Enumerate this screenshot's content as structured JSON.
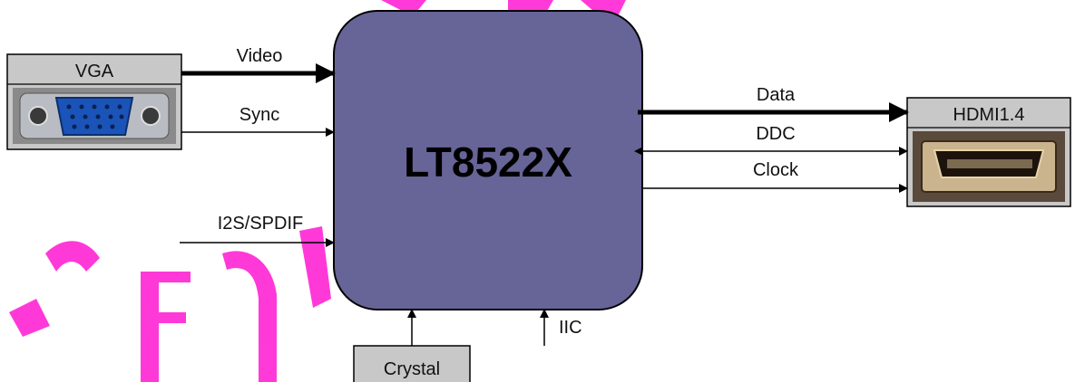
{
  "chip": {
    "label": "LT8522X",
    "color": "#676497"
  },
  "blocks": {
    "vga": "VGA",
    "hdmi": "HDMI1.4",
    "crystal": "Crystal"
  },
  "signals": {
    "video": "Video",
    "sync": "Sync",
    "i2s": "I2S/SPDIF",
    "data": "Data",
    "ddc": "DDC",
    "clock": "Clock",
    "iic": "IIC"
  },
  "colors": {
    "block_fill": "#c8c8c8",
    "watermark": "#ff2fd6"
  },
  "icons": [
    "vga-port-icon",
    "hdmi-port-icon"
  ]
}
